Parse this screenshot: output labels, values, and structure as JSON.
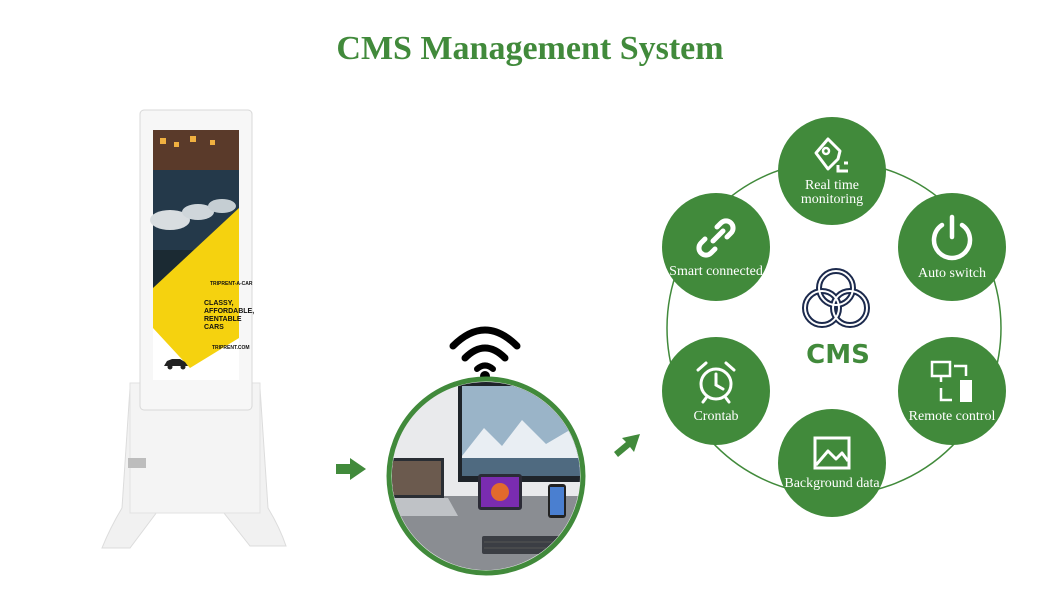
{
  "title": "CMS Management System",
  "colors": {
    "green": "#418a3b",
    "dark_navy": "#1c2a4d",
    "yellow": "#f5d20f"
  },
  "kiosk": {
    "ad_small": "TRIPRENT-A-CAR",
    "ad_headline": "CLASSY, AFFORDABLE, RENTABLE CARS",
    "ad_url": "TRIPRENT.COM"
  },
  "center": {
    "label": "CMS",
    "icon": "cms-logo-icon"
  },
  "features": [
    {
      "label": "Real time monitoring",
      "icon": "tag-monitor-icon"
    },
    {
      "label": "Auto switch",
      "icon": "power-icon"
    },
    {
      "label": "Remote control",
      "icon": "remote-network-icon"
    },
    {
      "label": "Background data",
      "icon": "image-icon"
    },
    {
      "label": "Crontab",
      "icon": "alarm-clock-icon"
    },
    {
      "label": "Smart connected",
      "icon": "link-icon"
    }
  ],
  "arrows": [
    "arrow-right-icon",
    "arrow-up-right-icon"
  ],
  "connectivity_icon": "wifi-icon"
}
